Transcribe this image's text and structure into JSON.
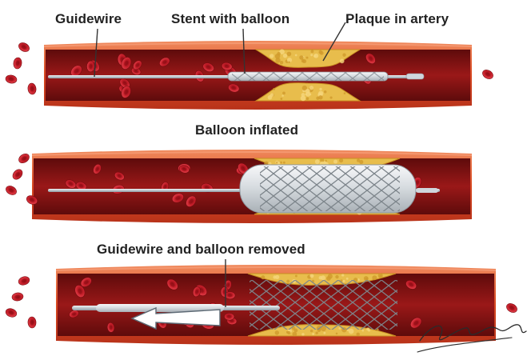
{
  "labels": {
    "guidewire": "Guidewire",
    "stent_with_balloon": "Stent with balloon",
    "plaque_in_artery": "Plaque in artery",
    "balloon_inflated": "Balloon inflated",
    "guidewire_and_balloon_removed": "Guidewire and balloon removed"
  },
  "artist_signature": "Steven Zhang",
  "colors": {
    "vessel_wall": "#d6451f",
    "vessel_wall_light": "#ee7a50",
    "lumen": "#8a1212",
    "blood_cell": "#c81c28",
    "plaque": "#e8bd4c",
    "guidewire": "#c9d3dc",
    "balloon": "#dfe3e6",
    "stent_mesh": "#8a9096",
    "arrow": "#ffffff",
    "label_text": "#222222",
    "leader_line": "#333333"
  },
  "panels": [
    {
      "name": "stent-with-balloon-stage"
    },
    {
      "name": "balloon-inflated-stage"
    },
    {
      "name": "guidewire-and-balloon-removed-stage"
    }
  ]
}
